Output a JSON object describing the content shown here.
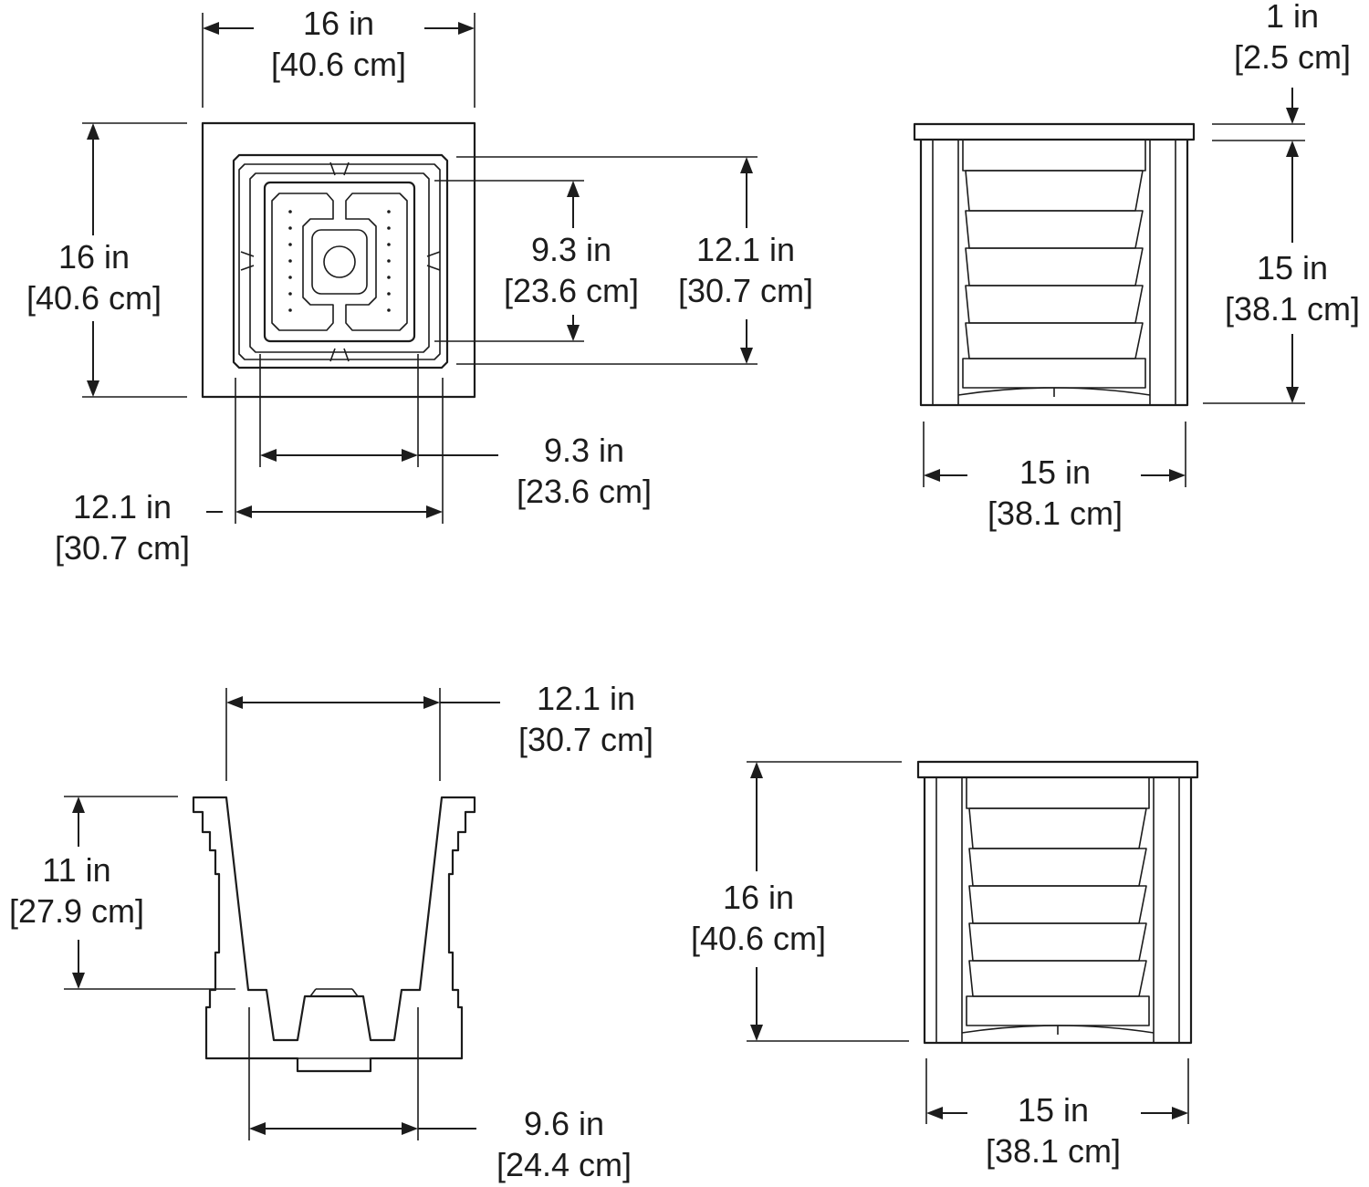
{
  "top_view": {
    "overall_width": {
      "imperial": "16 in",
      "metric": "[40.6 cm]"
    },
    "overall_depth": {
      "imperial": "16 in",
      "metric": "[40.6 cm]"
    },
    "inner_depth_outer": {
      "imperial": "12.1 in",
      "metric": "[30.7 cm]"
    },
    "inner_depth_bottom": {
      "imperial": "9.3 in",
      "metric": "[23.6 cm]"
    },
    "inner_width_bottom": {
      "imperial": "9.3 in",
      "metric": "[23.6 cm]"
    },
    "inner_width_outer": {
      "imperial": "12.1 in",
      "metric": "[30.7 cm]"
    }
  },
  "front_view_box": {
    "lip_height": {
      "imperial": "1 in",
      "metric": "[2.5 cm]"
    },
    "box_height": {
      "imperial": "15 in",
      "metric": "[38.1 cm]"
    },
    "box_width": {
      "imperial": "15 in",
      "metric": "[38.1 cm]"
    }
  },
  "section_view": {
    "top_width": {
      "imperial": "12.1 in",
      "metric": "[30.7 cm]"
    },
    "depth": {
      "imperial": "11 in",
      "metric": "[27.9 cm]"
    },
    "bottom_width": {
      "imperial": "9.6 in",
      "metric": "[24.4 cm]"
    }
  },
  "front_view_full": {
    "total_height": {
      "imperial": "16 in",
      "metric": "[40.6 cm]"
    },
    "width": {
      "imperial": "15 in",
      "metric": "[38.1 cm]"
    }
  }
}
